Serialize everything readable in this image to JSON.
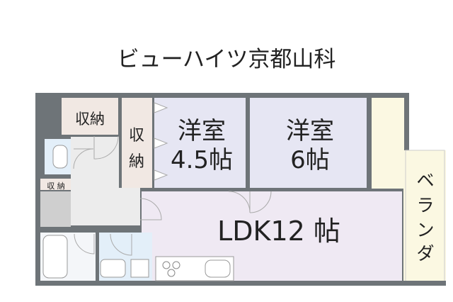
{
  "title": "ビューハイツ京都山科",
  "rooms": {
    "storage_top": "収納",
    "storage_side_1": "収",
    "storage_side_2": "納",
    "storage_small": "収 納",
    "western_a_1": "洋室",
    "western_a_2": "4.5帖",
    "western_b_1": "洋室",
    "western_b_2": "6帖",
    "ldk": "LDK12 帖",
    "veranda": [
      "ベ",
      "ラ",
      "ン",
      "ダ"
    ]
  },
  "colors": {
    "wall": "#6e7478",
    "storage": "#f1e8e3",
    "western": "#e6e6f3",
    "ldk": "#efe9f3",
    "wet": "#e3eff9",
    "hall": "#e9e9e9",
    "veranda": "#fbf8e2"
  }
}
